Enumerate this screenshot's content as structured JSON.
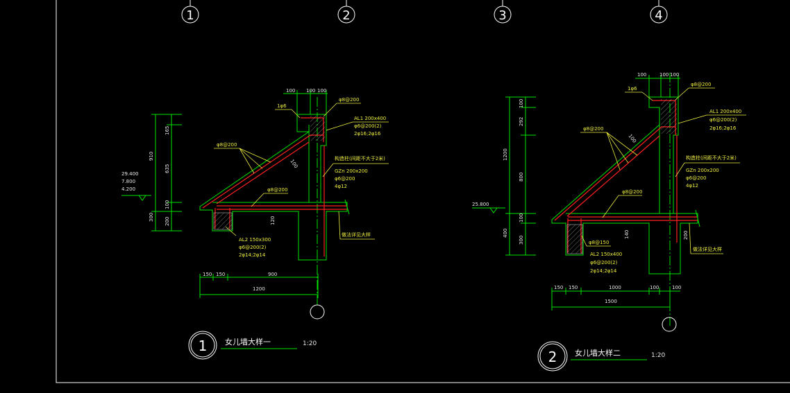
{
  "colors": {
    "background": "#000000",
    "outline": "#00e400",
    "rebar": "#ff2020",
    "annotation": "#f0f040",
    "dimension_text": "#e8e8e8",
    "hatch": "#bbbbbb"
  },
  "grid_axes": [
    "1",
    "2",
    "3",
    "4"
  ],
  "detail1": {
    "number": "1",
    "title": "女儿墙大样一",
    "scale": "1:20",
    "elev_labels": [
      "29.400",
      "7.800",
      "4.200"
    ],
    "vdims": [
      "165",
      "635",
      "100",
      "300",
      "910",
      "200"
    ],
    "top_dims": [
      "100",
      "100",
      "100"
    ],
    "bottom_dims": [
      "150",
      "150",
      "900"
    ],
    "bottom_total": "1200",
    "slope_dim": "100",
    "wall_dim": "120",
    "labels": {
      "cap": "1φ6",
      "cap_bar": "φ8@200",
      "al1_1": "AL1 200x400",
      "al1_2": "φ6@200(2)",
      "al1_3": "2φ16;2φ16",
      "slope_bar": "φ8@200",
      "slab_bar": "φ8@200",
      "note1": "构造柱(间距不大于2米)",
      "gz_1": "GZn 200x200",
      "gz_2": "φ6@200",
      "gz_3": "4φ12",
      "al2_1": "AL2 150x300",
      "al2_2": "φ6@200(2)",
      "al2_3": "2φ14;2φ14",
      "note2": "做法详见大样"
    }
  },
  "detail2": {
    "number": "2",
    "title": "女儿墙大样二",
    "scale": "1:20",
    "elev_label": "25.800",
    "vdims": [
      "100",
      "292",
      "800",
      "100",
      "300",
      "1200",
      "400"
    ],
    "top_dims": [
      "100",
      "100",
      "100"
    ],
    "bottom_dims": [
      "150",
      "150",
      "1000",
      "100",
      "100"
    ],
    "bottom_total": "1500",
    "slope_dim": "100",
    "wall_dim": "140",
    "right_dim": "200",
    "labels": {
      "cap": "1φ6",
      "cap_bar": "φ8@200",
      "al1_1": "AL1 200x400",
      "al1_2": "φ6@200(2)",
      "al1_3": "2φ16;2φ16",
      "slope_bar": "φ8@200",
      "slab_bar": "φ8@200",
      "al2_bar": "φ8@150",
      "note1": "构造柱(间距不大于2米)",
      "gz_1": "GZn 200x200",
      "gz_2": "φ6@200",
      "gz_3": "4φ12",
      "al2_1": "AL2 150x400",
      "al2_2": "φ6@200(2)",
      "al2_3": "2φ14;2φ14",
      "note2": "做法详见大样"
    }
  }
}
